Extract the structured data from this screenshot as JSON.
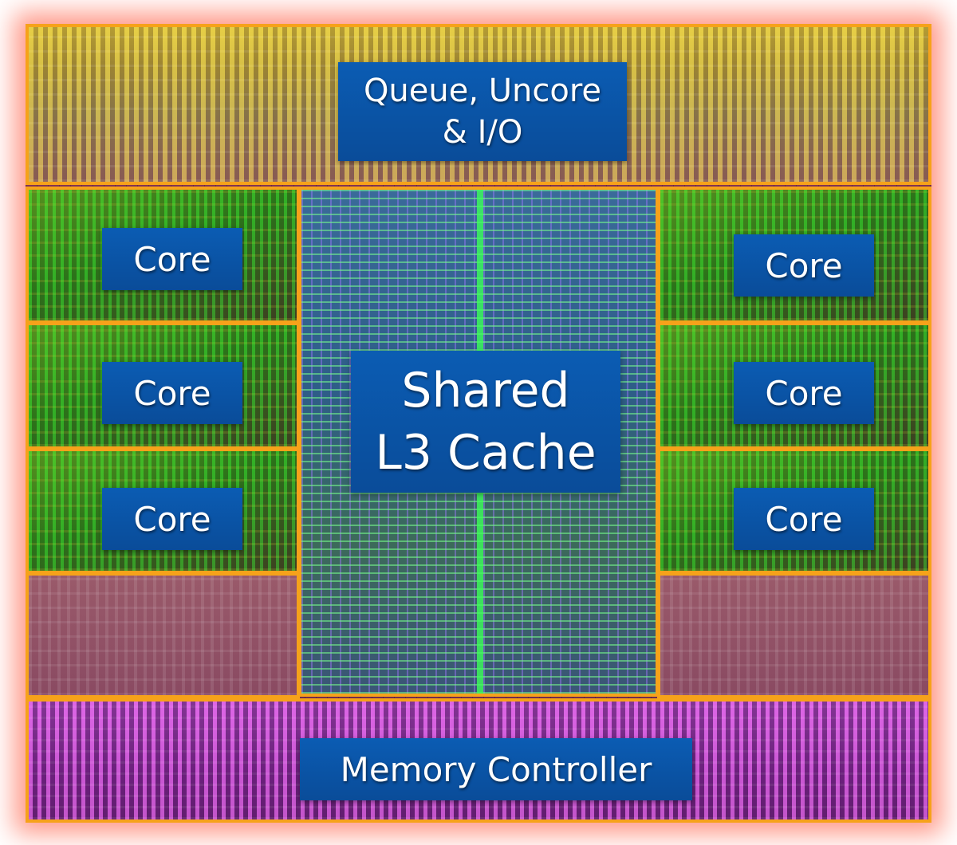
{
  "diagram": {
    "queue_label": "Queue, Uncore\n& I/O",
    "cache_label": "Shared\nL3 Cache",
    "memory_label": "Memory Controller",
    "cores": [
      {
        "label": "Core"
      },
      {
        "label": "Core"
      },
      {
        "label": "Core"
      },
      {
        "label": "Core"
      },
      {
        "label": "Core"
      },
      {
        "label": "Core"
      }
    ]
  },
  "colors": {
    "border": "#f6a21a",
    "label_bg": "#0b5cb3",
    "label_text": "#ffffff",
    "glow": "#ff4628"
  }
}
